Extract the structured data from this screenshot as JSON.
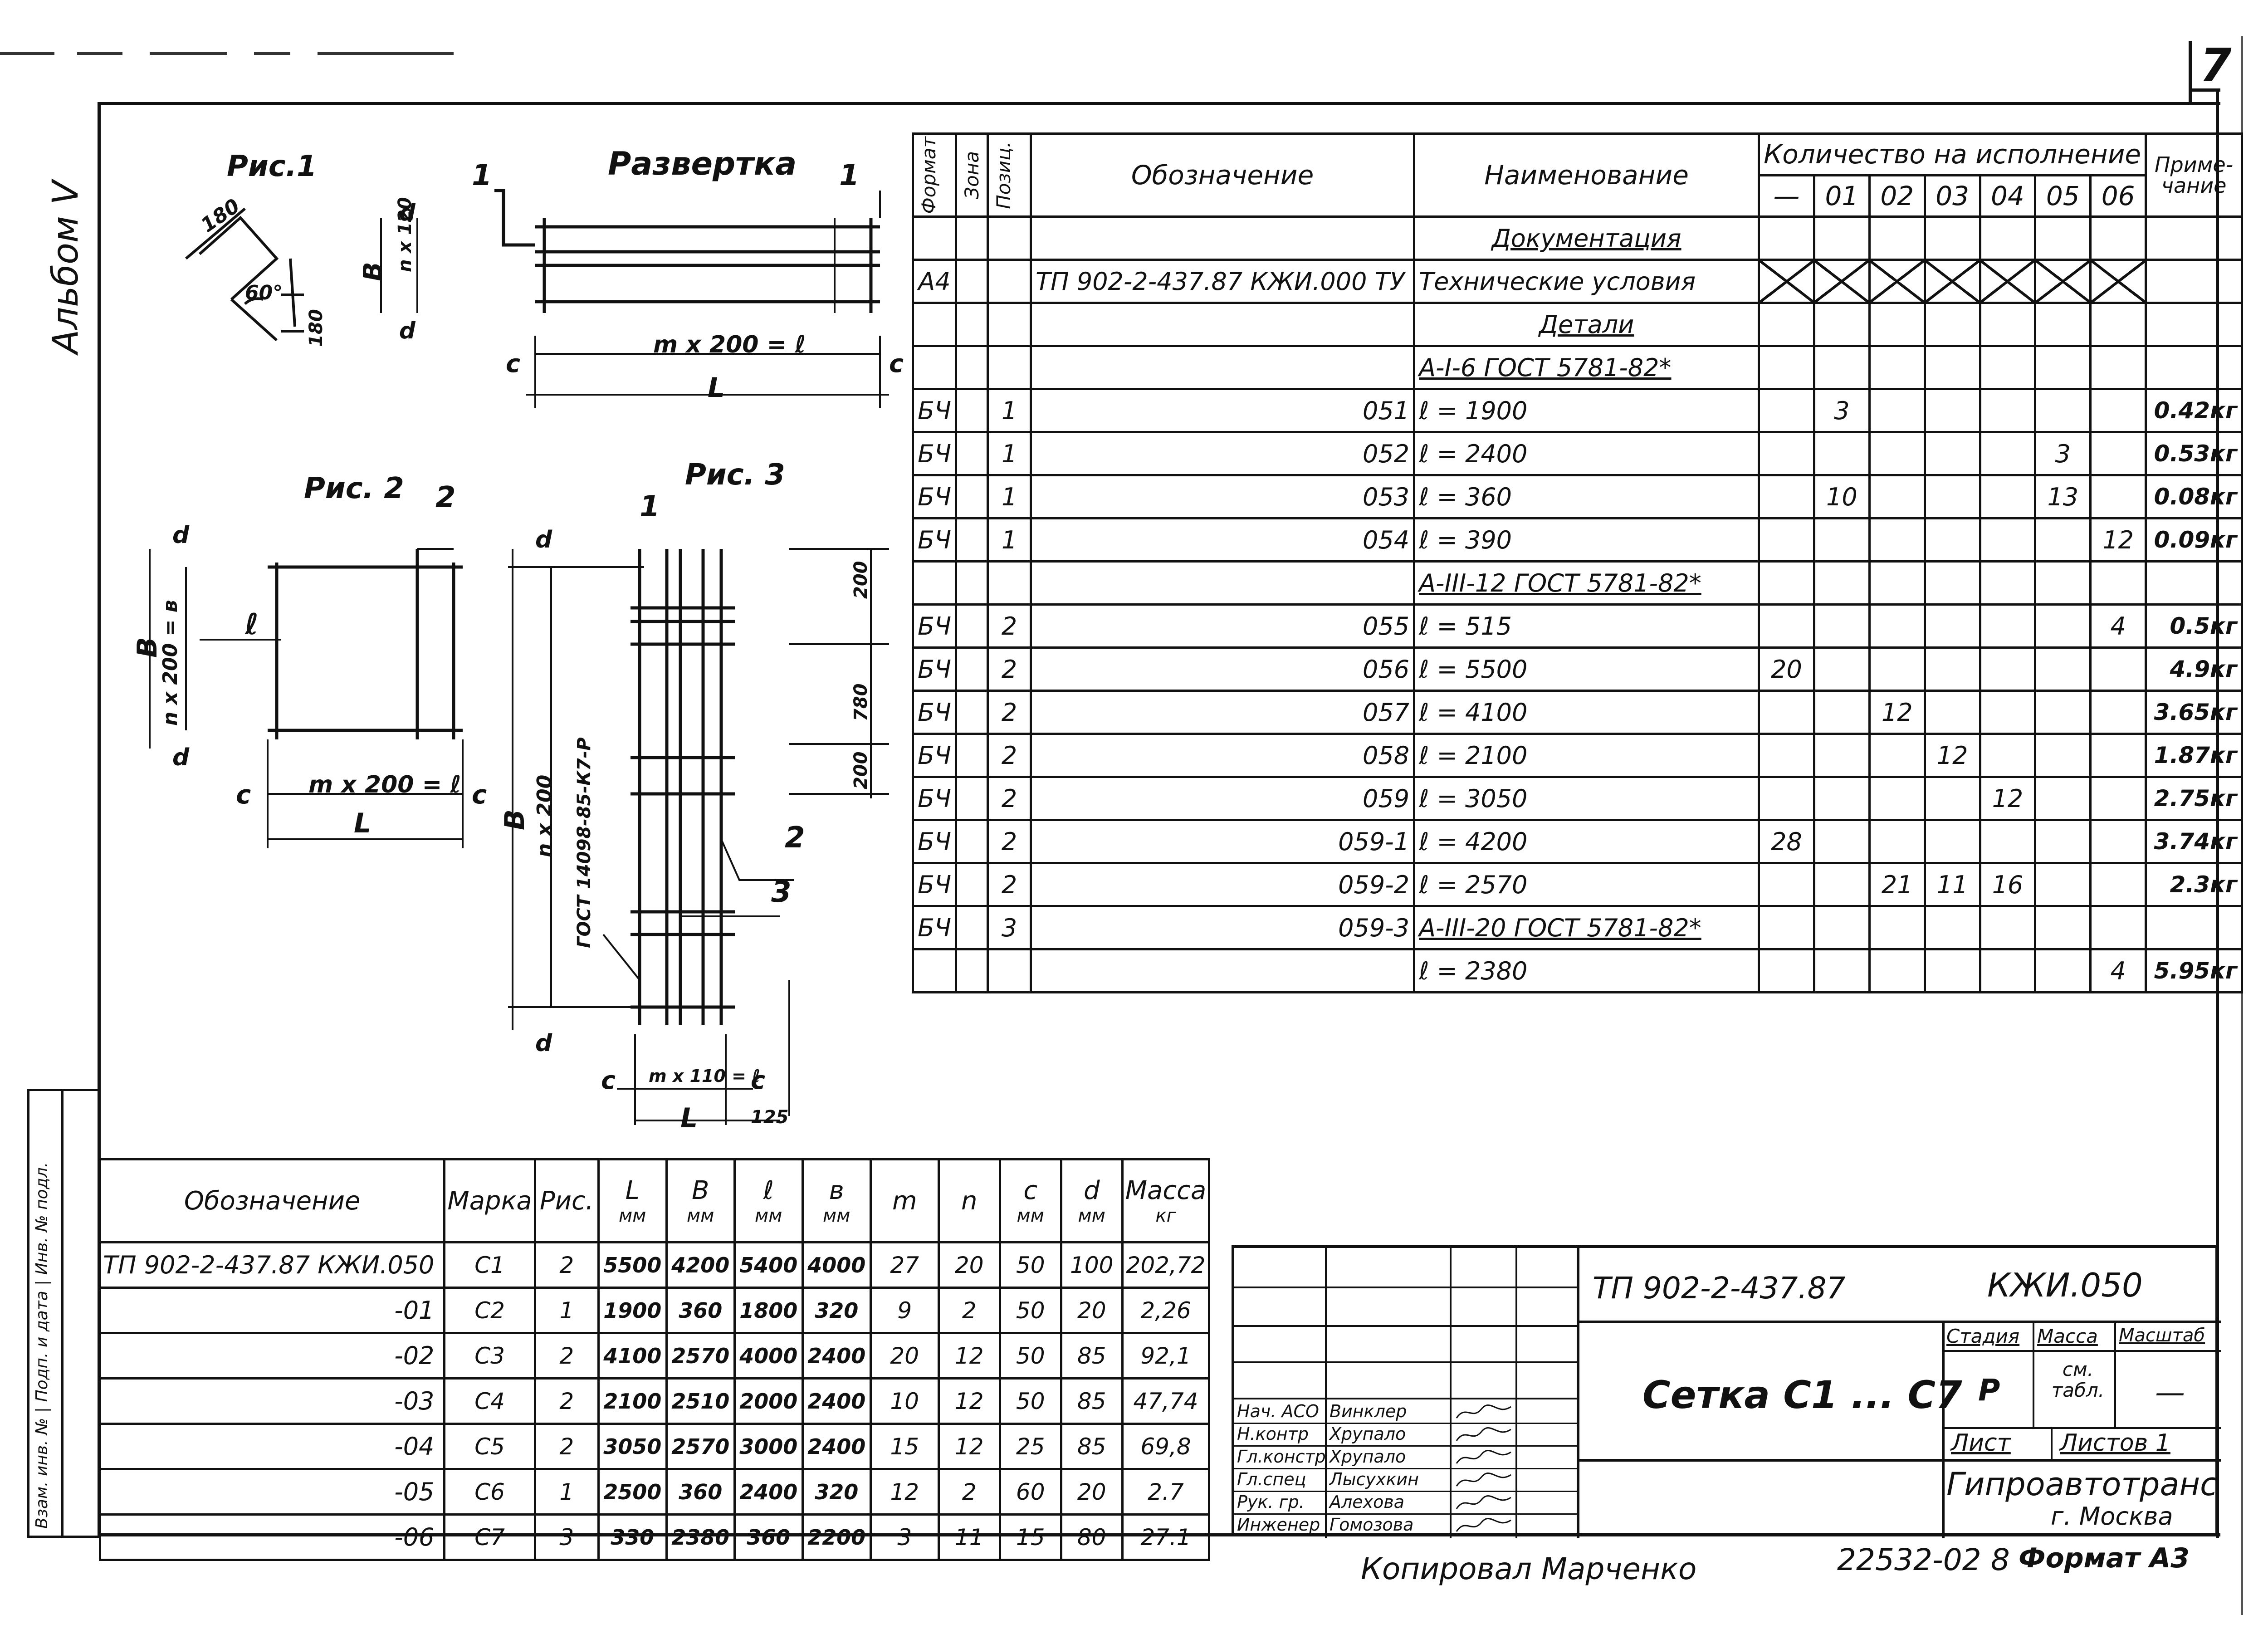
{
  "sheet": {
    "page_number": "7",
    "album_label": "Альбом V",
    "bottom_left_side_text": "Взам. инв. № | Подп. и дата | Инв. № подл.",
    "copied_by": "Копировал  Марченко",
    "order_number": "22532-02  8",
    "format_label": "Формат А3"
  },
  "figures": {
    "fig1": {
      "title": "Рис.1",
      "dim_a": "180",
      "angle": "60°",
      "dim_b": "180"
    },
    "razvertka": {
      "title": "Развертка",
      "pos_left": "1",
      "pos_right": "1",
      "dim_n": "n x 120",
      "dim_B": "B",
      "dim_d_top": "d",
      "dim_d_bot": "d",
      "dim_c_left": "c",
      "dim_c_right": "c",
      "dim_m": "m x 200 = ℓ",
      "dim_L": "L"
    },
    "fig2": {
      "title": "Рис. 2",
      "pos": "2",
      "dim_l_center": "ℓ",
      "dim_n": "n x 200 = в",
      "dim_B": "B",
      "dim_d_top": "d",
      "dim_d_bot": "d",
      "dim_c_left": "c",
      "dim_c_right": "c",
      "dim_m": "m x 200 = ℓ",
      "dim_L": "L"
    },
    "fig3": {
      "title": "Рис. 3",
      "pos_top": "1",
      "pos_2": "2",
      "pos_3": "3",
      "dim_d_top": "d",
      "dim_d_bot": "d",
      "dim_B": "B",
      "dim_n": "n x 200",
      "gost": "ГОСТ 14098-85-К7-Р",
      "dim_200a": "200",
      "dim_780": "780",
      "dim_200b": "200",
      "dim_c_left": "c",
      "dim_c_right": "c",
      "dim_m": "m x 110 = ℓ",
      "dim_L": "L",
      "dim_125": "125"
    }
  },
  "spec_table": {
    "headers": {
      "format": "Формат",
      "zone": "Зона",
      "position": "Позиц.",
      "designation": "Обозначение",
      "name": "Наименование",
      "quantity": "Количество на исполнение",
      "note": "Приме-чание"
    },
    "variants": [
      "—",
      "01",
      "02",
      "03",
      "04",
      "05",
      "06"
    ],
    "rows": [
      {
        "format": "",
        "pos": "",
        "designation": "",
        "name": "Документация",
        "name_style": "section",
        "q": [
          "",
          "",
          "",
          "",
          "",
          "",
          ""
        ],
        "note": ""
      },
      {
        "format": "А4",
        "pos": "",
        "designation": "ТП 902-2-437.87   КЖИ.000 ТУ",
        "name": "Технические условия",
        "name_style": "",
        "cross": true,
        "q": [
          "",
          "",
          "",
          "",
          "",
          "",
          ""
        ],
        "note": ""
      },
      {
        "format": "",
        "pos": "",
        "designation": "",
        "name": "Детали",
        "name_style": "section",
        "q": [
          "",
          "",
          "",
          "",
          "",
          "",
          ""
        ],
        "note": ""
      },
      {
        "format": "",
        "pos": "",
        "designation": "",
        "name": "A-I-6  ГОСТ 5781-82*",
        "name_style": "underline",
        "q": [
          "",
          "",
          "",
          "",
          "",
          "",
          ""
        ],
        "note": ""
      },
      {
        "format": "БЧ",
        "pos": "1",
        "designation": "051",
        "name": "ℓ = 1900",
        "name_style": "",
        "q": [
          "",
          "3",
          "",
          "",
          "",
          "",
          ""
        ],
        "note": "0.42кг"
      },
      {
        "format": "БЧ",
        "pos": "1",
        "designation": "052",
        "name": "ℓ = 2400",
        "name_style": "",
        "q": [
          "",
          "",
          "",
          "",
          "",
          "3",
          ""
        ],
        "note": "0.53кг"
      },
      {
        "format": "БЧ",
        "pos": "1",
        "designation": "053",
        "name": "ℓ = 360",
        "name_style": "",
        "q": [
          "",
          "10",
          "",
          "",
          "",
          "13",
          ""
        ],
        "note": "0.08кг"
      },
      {
        "format": "БЧ",
        "pos": "1",
        "designation": "054",
        "name": "ℓ = 390",
        "name_style": "",
        "q": [
          "",
          "",
          "",
          "",
          "",
          "",
          "12"
        ],
        "note": "0.09кг"
      },
      {
        "format": "",
        "pos": "",
        "designation": "",
        "name": "A-III-12  ГОСТ 5781-82*",
        "name_style": "underline",
        "q": [
          "",
          "",
          "",
          "",
          "",
          "",
          ""
        ],
        "note": ""
      },
      {
        "format": "БЧ",
        "pos": "2",
        "designation": "055",
        "name": "ℓ = 515",
        "name_style": "",
        "q": [
          "",
          "",
          "",
          "",
          "",
          "",
          "4"
        ],
        "note": "0.5кг"
      },
      {
        "format": "БЧ",
        "pos": "2",
        "designation": "056",
        "name": "ℓ = 5500",
        "name_style": "",
        "q": [
          "20",
          "",
          "",
          "",
          "",
          "",
          ""
        ],
        "note": "4.9кг"
      },
      {
        "format": "БЧ",
        "pos": "2",
        "designation": "057",
        "name": "ℓ = 4100",
        "name_style": "",
        "q": [
          "",
          "",
          "12",
          "",
          "",
          "",
          ""
        ],
        "note": "3.65кг"
      },
      {
        "format": "БЧ",
        "pos": "2",
        "designation": "058",
        "name": "ℓ = 2100",
        "name_style": "",
        "q": [
          "",
          "",
          "",
          "12",
          "",
          "",
          ""
        ],
        "note": "1.87кг"
      },
      {
        "format": "БЧ",
        "pos": "2",
        "designation": "059",
        "name": "ℓ = 3050",
        "name_style": "",
        "q": [
          "",
          "",
          "",
          "",
          "12",
          "",
          ""
        ],
        "note": "2.75кг"
      },
      {
        "format": "БЧ",
        "pos": "2",
        "designation": "059-1",
        "name": "ℓ = 4200",
        "name_style": "",
        "q": [
          "28",
          "",
          "",
          "",
          "",
          "",
          ""
        ],
        "note": "3.74кг"
      },
      {
        "format": "БЧ",
        "pos": "2",
        "designation": "059-2",
        "name": "ℓ = 2570",
        "name_style": "",
        "q": [
          "",
          "",
          "21",
          "11",
          "16",
          "",
          ""
        ],
        "note": "2.3кг"
      },
      {
        "format": "БЧ",
        "pos": "3",
        "designation": "059-3",
        "name": "A-III-20  ГОСТ 5781-82*",
        "name_style": "underline",
        "q": [
          "",
          "",
          "",
          "",
          "",
          "",
          ""
        ],
        "note": ""
      },
      {
        "format": "",
        "pos": "",
        "designation": "",
        "name": "ℓ = 2380",
        "name_style": "",
        "q": [
          "",
          "",
          "",
          "",
          "",
          "",
          "4"
        ],
        "note": "5.95кг"
      }
    ]
  },
  "params_table": {
    "headers": [
      {
        "label": "Обозначение",
        "unit": ""
      },
      {
        "label": "Марка",
        "unit": ""
      },
      {
        "label": "Рис.",
        "unit": ""
      },
      {
        "label": "L",
        "unit": "мм"
      },
      {
        "label": "B",
        "unit": "мм"
      },
      {
        "label": "ℓ",
        "unit": "мм"
      },
      {
        "label": "в",
        "unit": "мм"
      },
      {
        "label": "m",
        "unit": ""
      },
      {
        "label": "n",
        "unit": ""
      },
      {
        "label": "c",
        "unit": "мм"
      },
      {
        "label": "d",
        "unit": "мм"
      },
      {
        "label": "Масса",
        "unit": "кг"
      }
    ],
    "rows": [
      [
        "ТП 902-2-437.87  КЖИ.050",
        "С1",
        "2",
        "5500",
        "4200",
        "5400",
        "4000",
        "27",
        "20",
        "50",
        "100",
        "202,72"
      ],
      [
        "-01",
        "С2",
        "1",
        "1900",
        "360",
        "1800",
        "320",
        "9",
        "2",
        "50",
        "20",
        "2,26"
      ],
      [
        "-02",
        "С3",
        "2",
        "4100",
        "2570",
        "4000",
        "2400",
        "20",
        "12",
        "50",
        "85",
        "92,1"
      ],
      [
        "-03",
        "С4",
        "2",
        "2100",
        "2510",
        "2000",
        "2400",
        "10",
        "12",
        "50",
        "85",
        "47,74"
      ],
      [
        "-04",
        "С5",
        "2",
        "3050",
        "2570",
        "3000",
        "2400",
        "15",
        "12",
        "25",
        "85",
        "69,8"
      ],
      [
        "-05",
        "С6",
        "1",
        "2500",
        "360",
        "2400",
        "320",
        "12",
        "2",
        "60",
        "20",
        "2.7"
      ],
      [
        "-06",
        "С7",
        "3",
        "330",
        "2380",
        "360",
        "2200",
        "3",
        "11",
        "15",
        "80",
        "27.1"
      ]
    ]
  },
  "title_block": {
    "doc_code": "ТП 902-2-437.87",
    "doc_mark": "КЖИ.050",
    "title": "Сетка С1 ... С7",
    "stage_label": "Стадия",
    "mass_label": "Масса",
    "scale_label": "Масштаб",
    "stage_value": "Р",
    "mass_value": "см. табл.",
    "scale_value": "—",
    "sheet_label": "Лист",
    "sheets_label": "Листов 1",
    "org": "Гипроавтотранс",
    "city": "г. Москва",
    "signers": [
      {
        "role": "Нач. АСО",
        "name": "Винклер"
      },
      {
        "role": "Н.контр",
        "name": "Хрупало"
      },
      {
        "role": "Гл.констр",
        "name": "Хрупало"
      },
      {
        "role": "Гл.спец",
        "name": "Лысухкин"
      },
      {
        "role": "Рук. гр.",
        "name": "Алехова"
      },
      {
        "role": "Инженер",
        "name": "Гомозова"
      }
    ]
  }
}
